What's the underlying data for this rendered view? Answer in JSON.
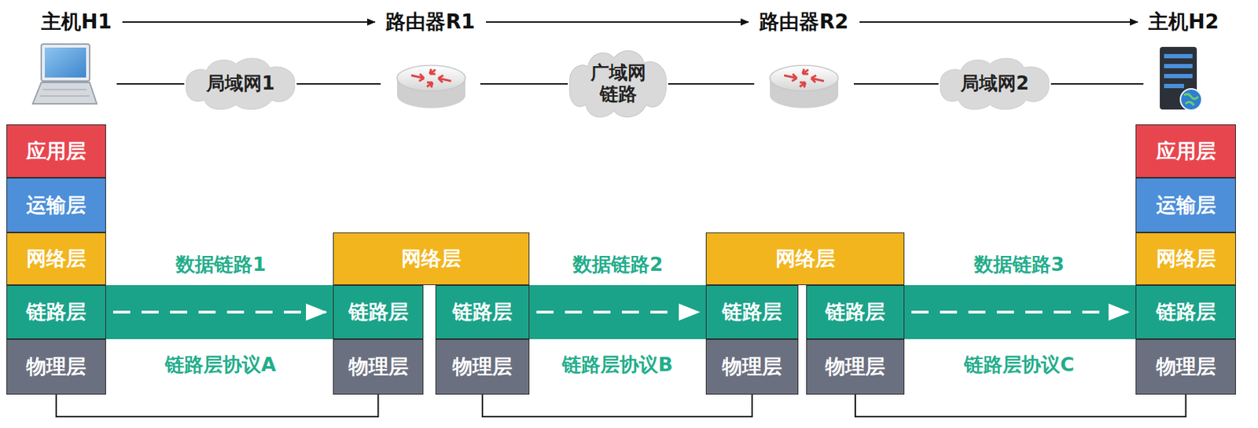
{
  "diagram": {
    "nodes": [
      {
        "text": [
          "主机H1"
        ]
      },
      {
        "text": [
          "局域网1"
        ]
      },
      {
        "text": [
          "路由器R1"
        ]
      },
      {
        "text": [
          "广域网 链路"
        ]
      },
      {
        "text": [
          "路由器R2"
        ]
      },
      {
        "text": [
          "局域网2"
        ]
      },
      {
        "text": [
          "主机H2"
        ]
      },
      {
        "text": [
          "应用层"
        ]
      },
      {
        "text": [
          "运输层"
        ]
      },
      {
        "text": [
          "网络层"
        ]
      },
      {
        "text": [
          "链路层"
        ]
      },
      {
        "text": [
          "物理层"
        ]
      },
      {
        "text": [
          "网络层"
        ]
      },
      {
        "text": [
          "链路层"
        ]
      },
      {
        "text": [
          "链路层"
        ]
      },
      {
        "text": [
          "物理层"
        ]
      },
      {
        "text": [
          "物理层"
        ]
      },
      {
        "text": [
          "网络层"
        ]
      },
      {
        "text": [
          "链路层"
        ]
      },
      {
        "text": [
          "链路层"
        ]
      },
      {
        "text": [
          "物理层"
        ]
      },
      {
        "text": [
          "物理层"
        ]
      },
      {
        "text": [
          "应用层"
        ]
      },
      {
        "text": [
          "运输层"
        ]
      },
      {
        "text": [
          "网络层"
        ]
      },
      {
        "text": [
          "链路层"
        ]
      },
      {
        "text": [
          "物理层"
        ]
      }
    ],
    "edges": [
      {
        "from": 0,
        "to": 2,
        "arrow": "to"
      },
      {
        "from": 2,
        "to": 4,
        "arrow": "to"
      },
      {
        "from": 4,
        "to": 6,
        "arrow": "to"
      },
      {
        "from": 0,
        "to": 1,
        "arrow": "none"
      },
      {
        "from": 1,
        "to": 2,
        "arrow": "none"
      },
      {
        "from": 2,
        "to": 3,
        "arrow": "none"
      },
      {
        "from": 3,
        "to": 4,
        "arrow": "none"
      },
      {
        "from": 4,
        "to": 5,
        "arrow": "none"
      },
      {
        "from": 5,
        "to": 6,
        "arrow": "none"
      },
      {
        "from": 10,
        "to": 13,
        "arrow": "to"
      },
      {
        "from": 14,
        "to": 18,
        "arrow": "to"
      },
      {
        "from": 19,
        "to": 25,
        "arrow": "to"
      },
      {
        "from": 11,
        "to": 15,
        "arrow": "none"
      },
      {
        "from": 16,
        "to": 20,
        "arrow": "none"
      },
      {
        "from": 21,
        "to": 26,
        "arrow": "none"
      }
    ],
    "labels": [
      "数据链路1",
      "链路层协议A",
      "数据链路2",
      "链路层协议B",
      "数据链路3",
      "链路层协议C"
    ]
  }
}
